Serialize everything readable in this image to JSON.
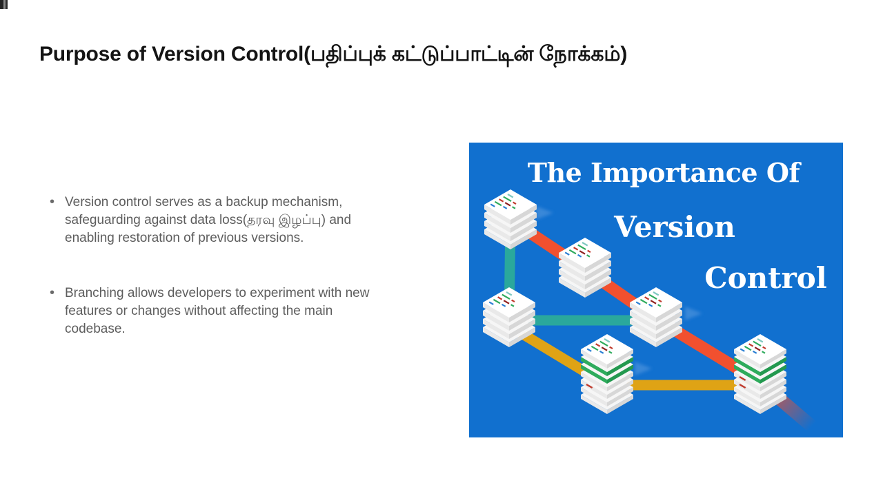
{
  "slide": {
    "title": "Purpose of Version Control(பதிப்புக் கட்டுப்பாட்டின் நோக்கம்)",
    "bullet_marker": "•",
    "bullets": [
      "Version control serves as a backup mechanism, safeguarding against data loss(தரவு இழப்பு) and enabling restoration of previous versions.",
      "Branching allows developers to experiment with new features or changes without affecting the main codebase."
    ]
  },
  "infographic": {
    "title_lines": [
      "The Importance Of",
      "Version",
      "Control"
    ],
    "stack_count": 6,
    "colors": {
      "background": "#1170cf",
      "text": "#ffffff",
      "teal_branch": "#2aa89c",
      "orange_branch": "#f1502f",
      "yellow_branch": "#dfa315",
      "paper": "#ffffff",
      "paper_side_light": "#e9e9e9",
      "paper_side_dark": "#d7d7d7",
      "green_edge": "#2eab5c",
      "green_edge_dark": "#23994f",
      "diff_green": "#2eab5c",
      "diff_red": "#c0392b",
      "diff_dark_red": "#8e1f1f",
      "diff_blue": "#2a7fd4",
      "diff_teal": "#7fc8c0"
    }
  }
}
